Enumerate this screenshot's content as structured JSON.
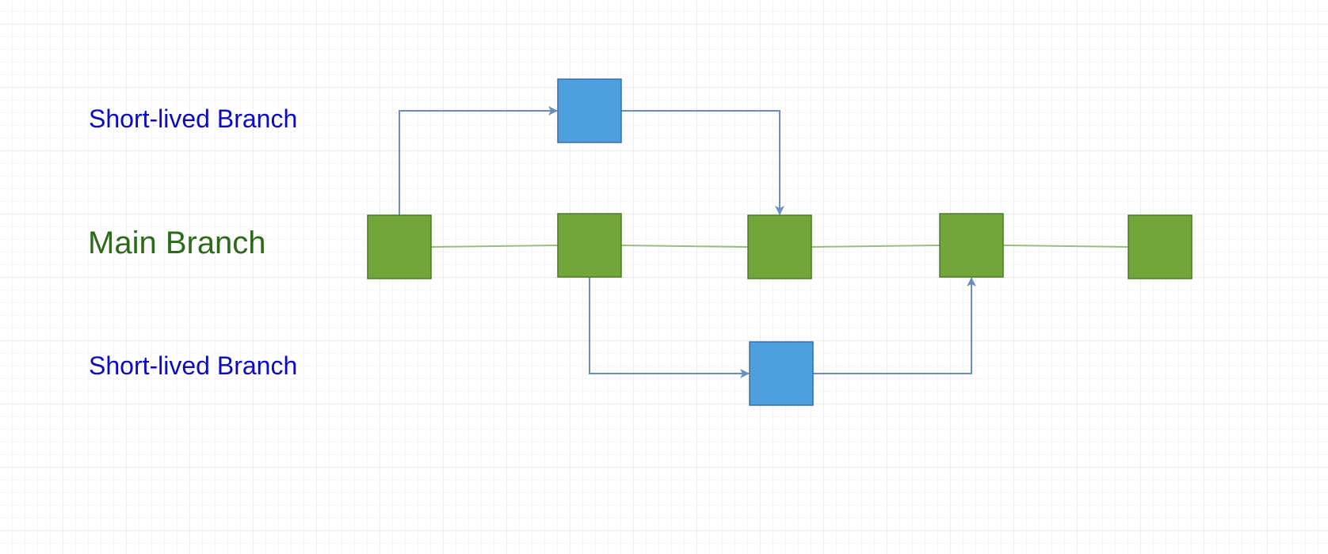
{
  "labels": {
    "short_top": "Short-lived Branch",
    "main": "Main Branch",
    "short_bottom": "Short-lived Branch"
  },
  "colors": {
    "commit_fill": "#72a53a",
    "commit_stroke": "#4c7a27",
    "branch_fill": "#4e9fdd",
    "branch_stroke": "#3a6fa4",
    "main_line": "#97bf7c",
    "arrow": "#6c8ebf",
    "short_label": "#0a0ac4",
    "main_label": "#2d6a1b"
  },
  "nodes": [
    {
      "id": "main-commit-1",
      "kind": "main"
    },
    {
      "id": "main-commit-2",
      "kind": "main"
    },
    {
      "id": "main-commit-3",
      "kind": "main"
    },
    {
      "id": "main-commit-4",
      "kind": "main"
    },
    {
      "id": "main-commit-5",
      "kind": "main"
    },
    {
      "id": "short-commit-top",
      "kind": "short"
    },
    {
      "id": "short-commit-bottom",
      "kind": "short"
    }
  ],
  "edges": [
    {
      "from": "main-commit-1",
      "to": "main-commit-2",
      "kind": "main"
    },
    {
      "from": "main-commit-2",
      "to": "main-commit-3",
      "kind": "main"
    },
    {
      "from": "main-commit-3",
      "to": "main-commit-4",
      "kind": "main"
    },
    {
      "from": "main-commit-4",
      "to": "main-commit-5",
      "kind": "main"
    },
    {
      "from": "main-commit-1",
      "to": "short-commit-top",
      "kind": "branch"
    },
    {
      "from": "short-commit-top",
      "to": "main-commit-3",
      "kind": "merge"
    },
    {
      "from": "main-commit-2",
      "to": "short-commit-bottom",
      "kind": "branch"
    },
    {
      "from": "short-commit-bottom",
      "to": "main-commit-4",
      "kind": "merge"
    }
  ]
}
